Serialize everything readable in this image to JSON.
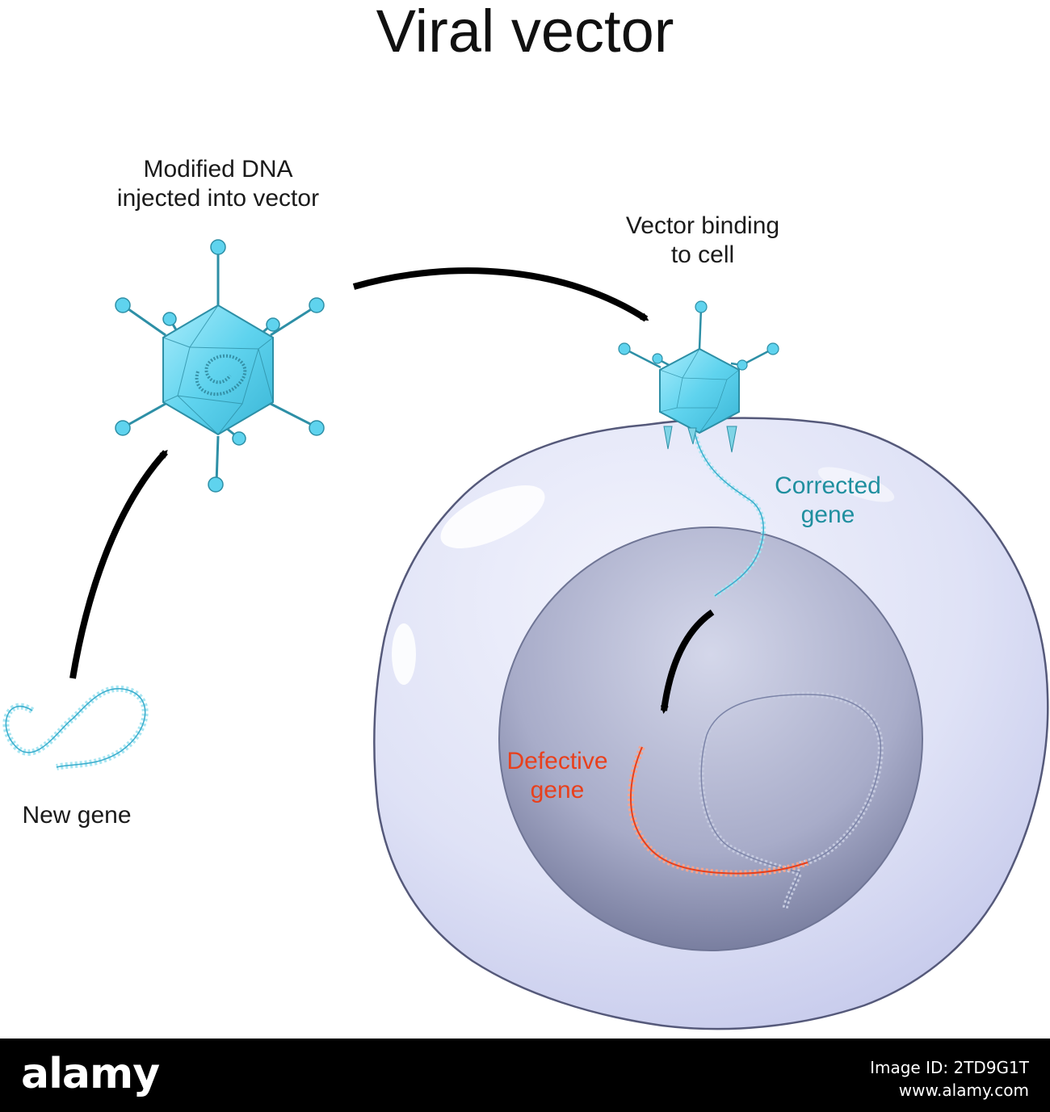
{
  "title": "Viral vector",
  "labels": {
    "modified_dna": [
      "Modified DNA",
      "injected into vector"
    ],
    "vector_binding": [
      "Vector binding",
      "to cell"
    ],
    "corrected_gene": [
      "Corrected",
      "gene"
    ],
    "defective_gene": [
      "Defective",
      "gene"
    ],
    "new_gene": "New gene"
  },
  "colors": {
    "virus": "#5fd3ee",
    "dna": "#7fd4e6",
    "corrected_text": "#1f8f9f",
    "defective_text": "#e8401c",
    "cell": "#d9dcf3",
    "nucleus": "#8c93b8"
  },
  "footer": {
    "brand": "alamy",
    "image_id_lines": [
      "Image ID: 2TD9G1T",
      "www.alamy.com"
    ]
  }
}
